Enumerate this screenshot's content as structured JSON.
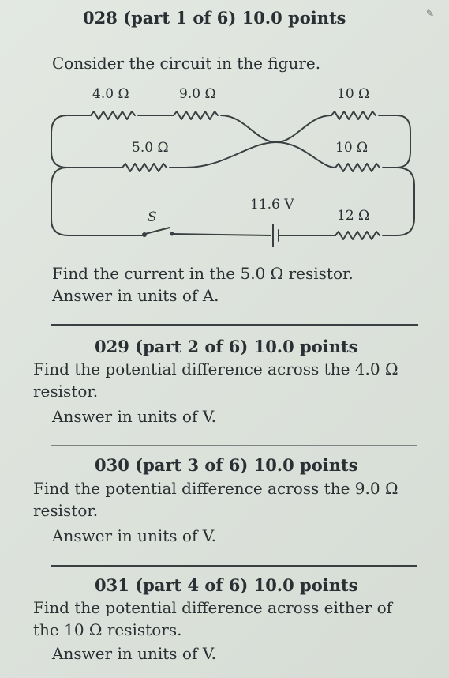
{
  "q28": {
    "header": "028 (part 1 of 6) 10.0 points",
    "intro": "Consider the circuit in the figure.",
    "question": "Find the current in the 5.0 Ω resistor.",
    "answer_units": "Answer in units of A."
  },
  "circuit": {
    "r1_label": "4.0 Ω",
    "r2_label": "9.0 Ω",
    "r3_label": "10 Ω",
    "r4_label": "5.0 Ω",
    "r5_label": "10 Ω",
    "r6_label": "12 Ω",
    "battery_label": "11.6 V",
    "switch_label": "S"
  },
  "q29": {
    "header": "029 (part 2 of 6) 10.0 points",
    "line1": "Find the potential difference across the 4.0 Ω",
    "line2": "resistor.",
    "answer_units": "Answer in units of V."
  },
  "q30": {
    "header": "030 (part 3 of 6) 10.0 points",
    "line1": "Find the potential difference across the 9.0 Ω",
    "line2": "resistor.",
    "answer_units": "Answer in units of V."
  },
  "q31": {
    "header": "031 (part 4 of 6) 10.0 points",
    "line1": "Find the potential difference across either of",
    "line2": "the 10 Ω resistors.",
    "answer_units": "Answer in units of V."
  }
}
